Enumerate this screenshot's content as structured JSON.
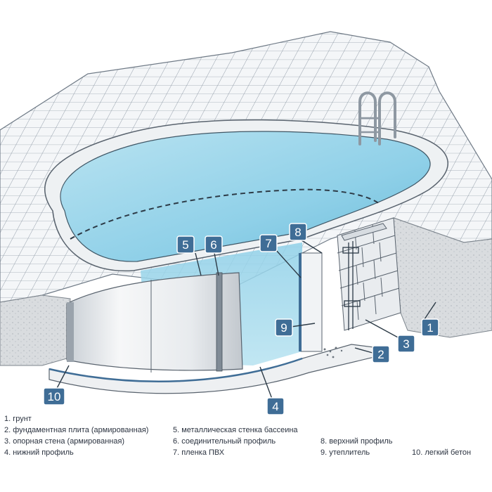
{
  "colors": {
    "water": "#9fd6ea",
    "water_dark": "#6cbcd9",
    "tile": "#f4f6f8",
    "tile_line": "#8a95a2",
    "badge": "#3f6d96",
    "wall": "#e4e7ea",
    "soil": "#d9dcdf"
  },
  "callouts": [
    {
      "num": "1"
    },
    {
      "num": "2"
    },
    {
      "num": "3"
    },
    {
      "num": "4"
    },
    {
      "num": "5"
    },
    {
      "num": "6"
    },
    {
      "num": "7"
    },
    {
      "num": "8"
    },
    {
      "num": "9"
    },
    {
      "num": "10"
    }
  ],
  "legend": [
    "1. грунт",
    "2. фундаментная плита (армированная)",
    "3. опорная стена (армированная)",
    "4. нижний профиль",
    "5. металлическая стенка бассеина",
    "6. соединительный профиль",
    "7. пленка ПВХ",
    "8. верхний профиль",
    "9. утеплитель",
    "10. легкий бетон"
  ]
}
